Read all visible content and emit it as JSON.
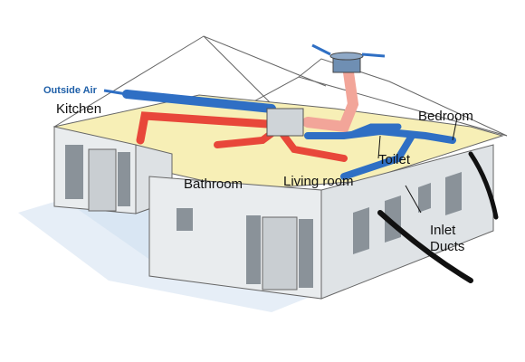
{
  "labels": {
    "outside_air": "Outside Air",
    "kitchen": "Kitchen",
    "bedroom": "Bedroom",
    "toilet": "Toilet",
    "bathroom": "Bathroom",
    "living_room": "Living room",
    "inlet": "Inlet",
    "ducts": "Ducts"
  },
  "colors": {
    "supply_duct": "#2f6fc4",
    "extract_duct": "#e8473a",
    "floor": "#f7efb6",
    "wall": "#e9ecee",
    "ground": "#d6e4f2",
    "roof_line": "#555555",
    "shutter": "#8a9299"
  }
}
